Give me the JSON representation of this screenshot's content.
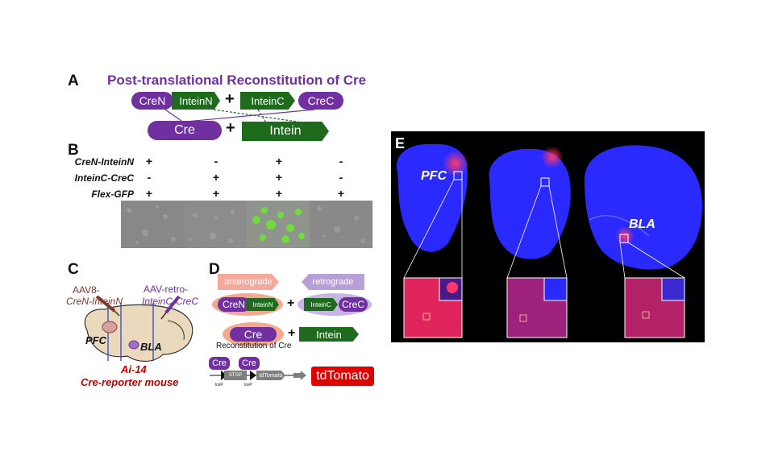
{
  "panel_a": {
    "letter": "A",
    "title": "Post-translational Reconstitution of Cre",
    "cren": "CreN",
    "inteinn": "InteinN",
    "inteinc": "InteinC",
    "crec": "CreC",
    "cre": "Cre",
    "intein": "Intein",
    "plus": "+"
  },
  "panel_b": {
    "letter": "B",
    "rows": [
      {
        "label": "CreN-InteinN",
        "signs": [
          "+",
          "-",
          "+",
          "-"
        ]
      },
      {
        "label": "InteinC-CreC",
        "signs": [
          "-",
          "+",
          "+",
          "-"
        ]
      },
      {
        "label": "Flex-GFP",
        "signs": [
          "+",
          "+",
          "+",
          "+"
        ]
      }
    ],
    "gfp_panel_index": 2
  },
  "panel_c": {
    "letter": "C",
    "virus1_line1": "AAV8-",
    "virus1_line2": "CreN-InteinN",
    "virus2_line1": "AAV-retro-",
    "virus2_line2": "InteinC-CreC",
    "pfc": "PFC",
    "bla": "BLA",
    "mouse_line1": "Ai-14",
    "mouse_line2": "Cre-reporter mouse"
  },
  "panel_d": {
    "letter": "D",
    "anterograde": "anterograde",
    "retrograde": "retrograde",
    "cren": "CreN",
    "inteinn": "InteinN",
    "inteinc": "InteinC",
    "crec": "CreC",
    "cre": "Cre",
    "intein": "Intein",
    "reconstitution": "Reconstitution of Cre",
    "cre_small1": "Cre",
    "cre_small2": "Cre",
    "stop": "STOP",
    "tdtomato_small": "tdTomato",
    "loxp1": "loxP",
    "loxp2": "loxP",
    "tdtomato_big": "tdTomato",
    "plus": "+"
  },
  "panel_e": {
    "letter": "E",
    "pfc": "PFC",
    "bla": "BLA"
  },
  "colors": {
    "purple": "#7030a0",
    "green": "#1e6b1e",
    "red": "#c00000",
    "brown": "#7b3a2e",
    "tdtomato": "#e00000",
    "brain_blue": "#2a2aff"
  }
}
